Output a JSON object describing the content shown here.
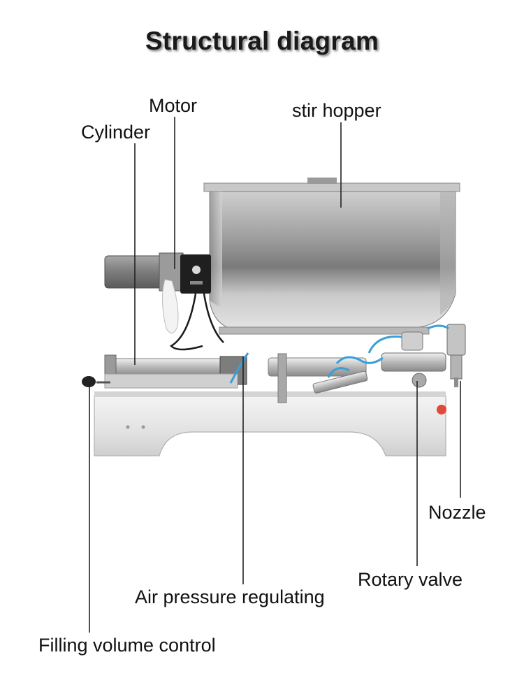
{
  "title": "Structural diagram",
  "labels": {
    "motor": "Motor",
    "cylinder": "Cylinder",
    "stir_hopper": "stir hopper",
    "nozzle": "Nozzle",
    "rotary_valve": "Rotary valve",
    "air_pressure": "Air pressure regulating",
    "filling_volume": "Filling volume control"
  },
  "colors": {
    "steel_light": "#e6e6e6",
    "steel_mid": "#b5b5b5",
    "steel_dark": "#6f6f6f",
    "motor_body": "#8a8a8a",
    "hose_blue": "#3a9fd8",
    "leader_line": "#222222"
  }
}
